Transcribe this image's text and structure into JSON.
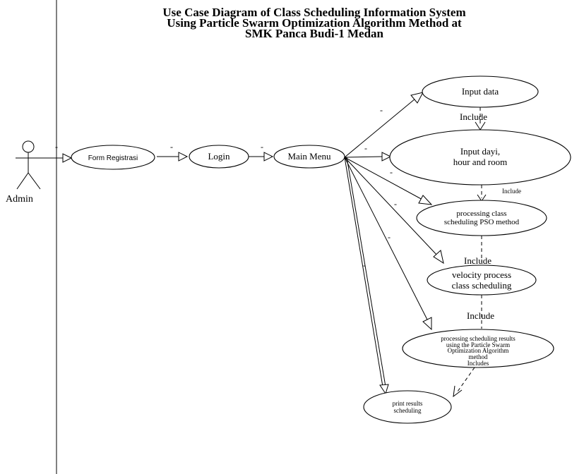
{
  "diagram": {
    "title_lines": [
      "Use Case Diagram of Class Scheduling Information System",
      "Using Particle Swarm Optimization Algorithm Method at",
      "SMK Panca Budi-1 Medan"
    ],
    "actor": {
      "name": "Admin"
    },
    "use_cases": {
      "form_registrasi": [
        "Form Registrasi"
      ],
      "login": [
        "Login"
      ],
      "main_menu": [
        "Main Menu"
      ],
      "input_data": [
        "Input data"
      ],
      "input_day": [
        "Input dayi,",
        "hour and room"
      ],
      "processing_pso": [
        "processing class",
        "scheduling PSO method"
      ],
      "velocity": [
        "velocity process",
        "class scheduling"
      ],
      "processing_results": [
        "processing scheduling results",
        "using the Particle Swarm",
        "Optimization Algorithm",
        "method",
        "Includes"
      ],
      "print_results": [
        "print results",
        "scheduling"
      ]
    },
    "labels": {
      "dash": "-",
      "include": "Include",
      "include_small": "Include",
      "include_overlap": "Include"
    }
  }
}
